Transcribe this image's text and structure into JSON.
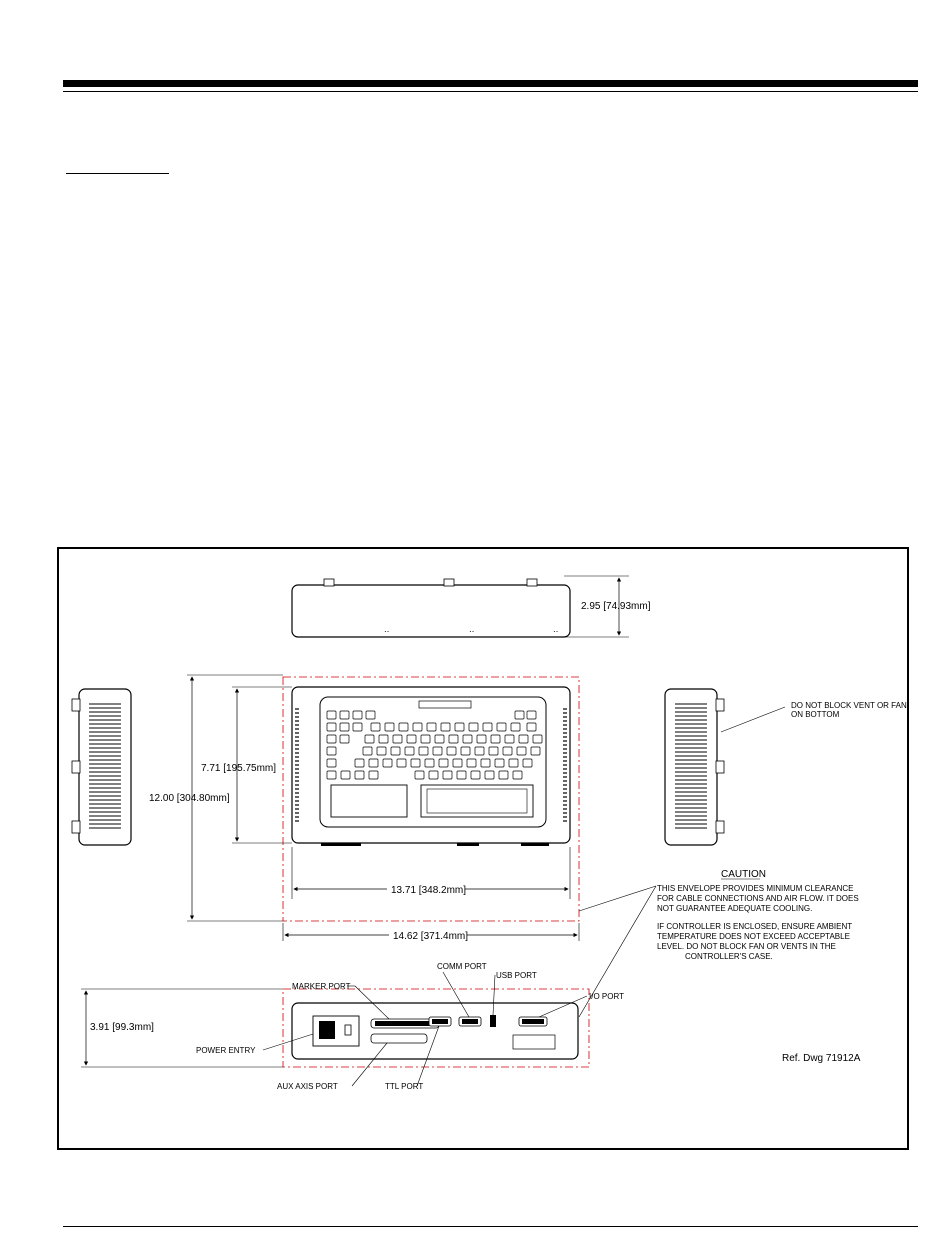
{
  "drawing": {
    "dimensions": {
      "height": "2.95 [74.93mm]",
      "keypad_height": "7.71 [195.75mm]",
      "clearance_height": "12.00 [304.80mm]",
      "body_width": "13.71 [348.2mm]",
      "clearance_width": "14.62 [371.4mm]",
      "rear_height": "3.91 [99.3mm]"
    },
    "vent_note": [
      "DO NOT BLOCK VENT OR FAN",
      "ON BOTTOM"
    ],
    "caution": {
      "title": "CAUTION",
      "lines": [
        "THIS ENVELOPE PROVIDES MINIMUM CLEARANCE",
        "FOR CABLE CONNECTIONS AND AIR FLOW. IT DOES",
        "NOT GUARANTEE ADEQUATE COOLING.",
        "IF CONTROLLER IS ENCLOSED, ENSURE AMBIENT",
        "TEMPERATURE DOES NOT EXCEED ACCEPTABLE",
        "LEVEL. DO NOT BLOCK FAN OR VENTS IN THE",
        "CONTROLLER'S CASE."
      ]
    },
    "ports": {
      "marker": "MARKER PORT",
      "comm": "COMM PORT",
      "usb": "USB PORT",
      "io": "I/O PORT",
      "power": "POWER ENTRY",
      "aux": "AUX AXIS PORT",
      "ttl": "TTL PORT"
    },
    "reference": "Ref. Dwg 71912A"
  }
}
